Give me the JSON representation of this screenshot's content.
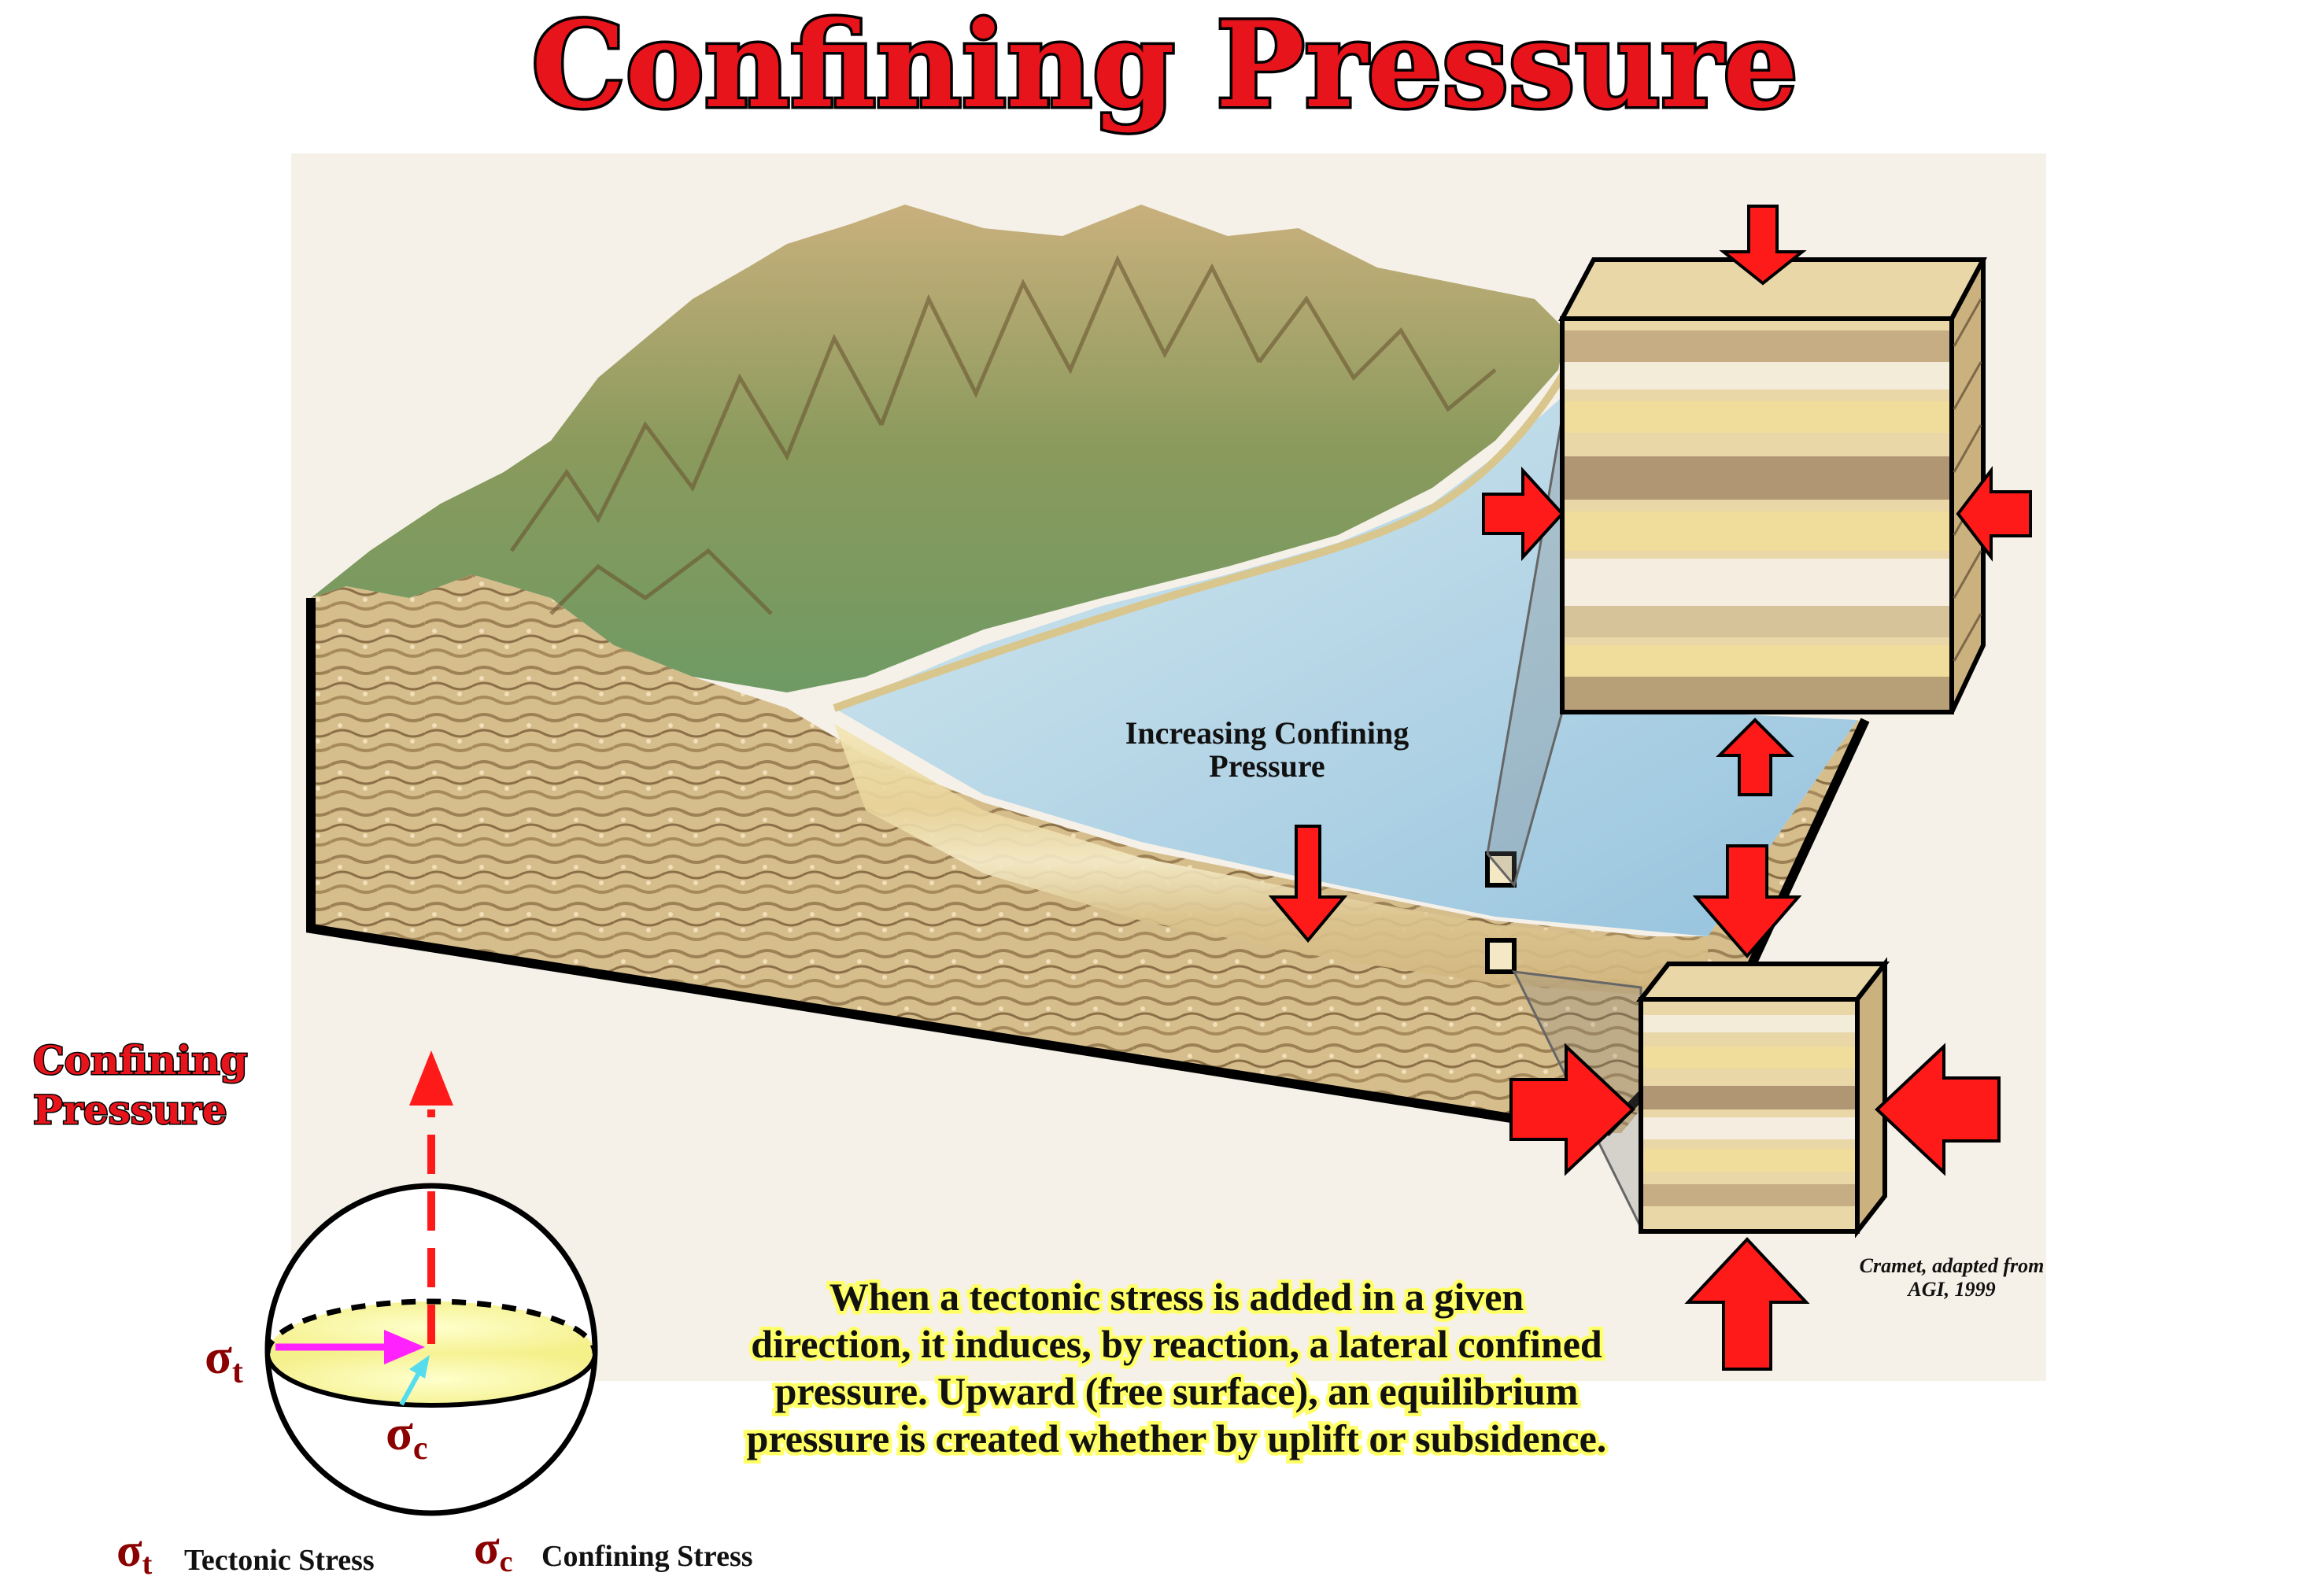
{
  "title": "Confining Pressure",
  "side_heading": {
    "line1": "Confining",
    "line2": "Pressure"
  },
  "diagram_label": {
    "line1": "Increasing Confining",
    "line2": "Pressure"
  },
  "credit": {
    "line1": "Cramet, adapted from",
    "line2": "AGI, 1999"
  },
  "description": [
    "When a tectonic stress is added in a given",
    "direction, it induces, by reaction, a lateral confined",
    "pressure. Upward (free surface), an equilibrium",
    "pressure is created whether by uplift or subsidence."
  ],
  "sphere": {
    "sigma_t": {
      "symbol": "σ",
      "sub": "t"
    },
    "sigma_c": {
      "symbol": "σ",
      "sub": "c"
    }
  },
  "legend": {
    "tectonic": {
      "symbol": "σ",
      "sub": "t",
      "label": "Tectonic Stress"
    },
    "confining": {
      "symbol": "σ",
      "sub": "c",
      "label": "Confining Stress"
    }
  },
  "colors": {
    "title_fill": "#e8141c",
    "title_outline": "#000000",
    "arrow_red": "#ff1a1a",
    "description_bg": "#ffff66",
    "magenta": "#ff22ff",
    "cyan": "#55ddee",
    "sigma_red": "#8b0000"
  }
}
